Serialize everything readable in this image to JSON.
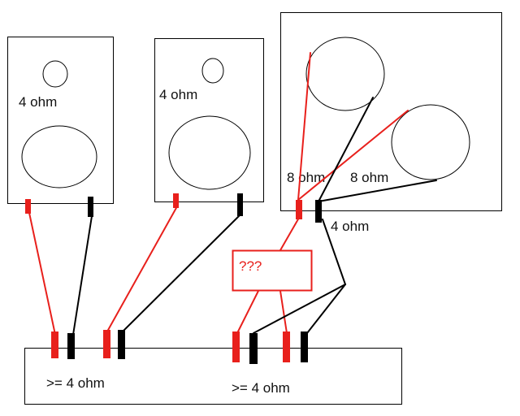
{
  "labels": {
    "spk1_impedance": "4 ohm",
    "spk2_impedance": "4 ohm",
    "driver1_impedance": "8 ohm",
    "driver2_impedance": "8 ohm",
    "spk3_combined": "4 ohm",
    "question": "???",
    "amp_channel1": ">= 4 ohm",
    "amp_channel2": ">= 4 ohm"
  },
  "colors": {
    "positive_wire": "#e8201c",
    "negative_wire": "#000000",
    "question_text": "#e8201c",
    "question_border": "#e8201c"
  }
}
